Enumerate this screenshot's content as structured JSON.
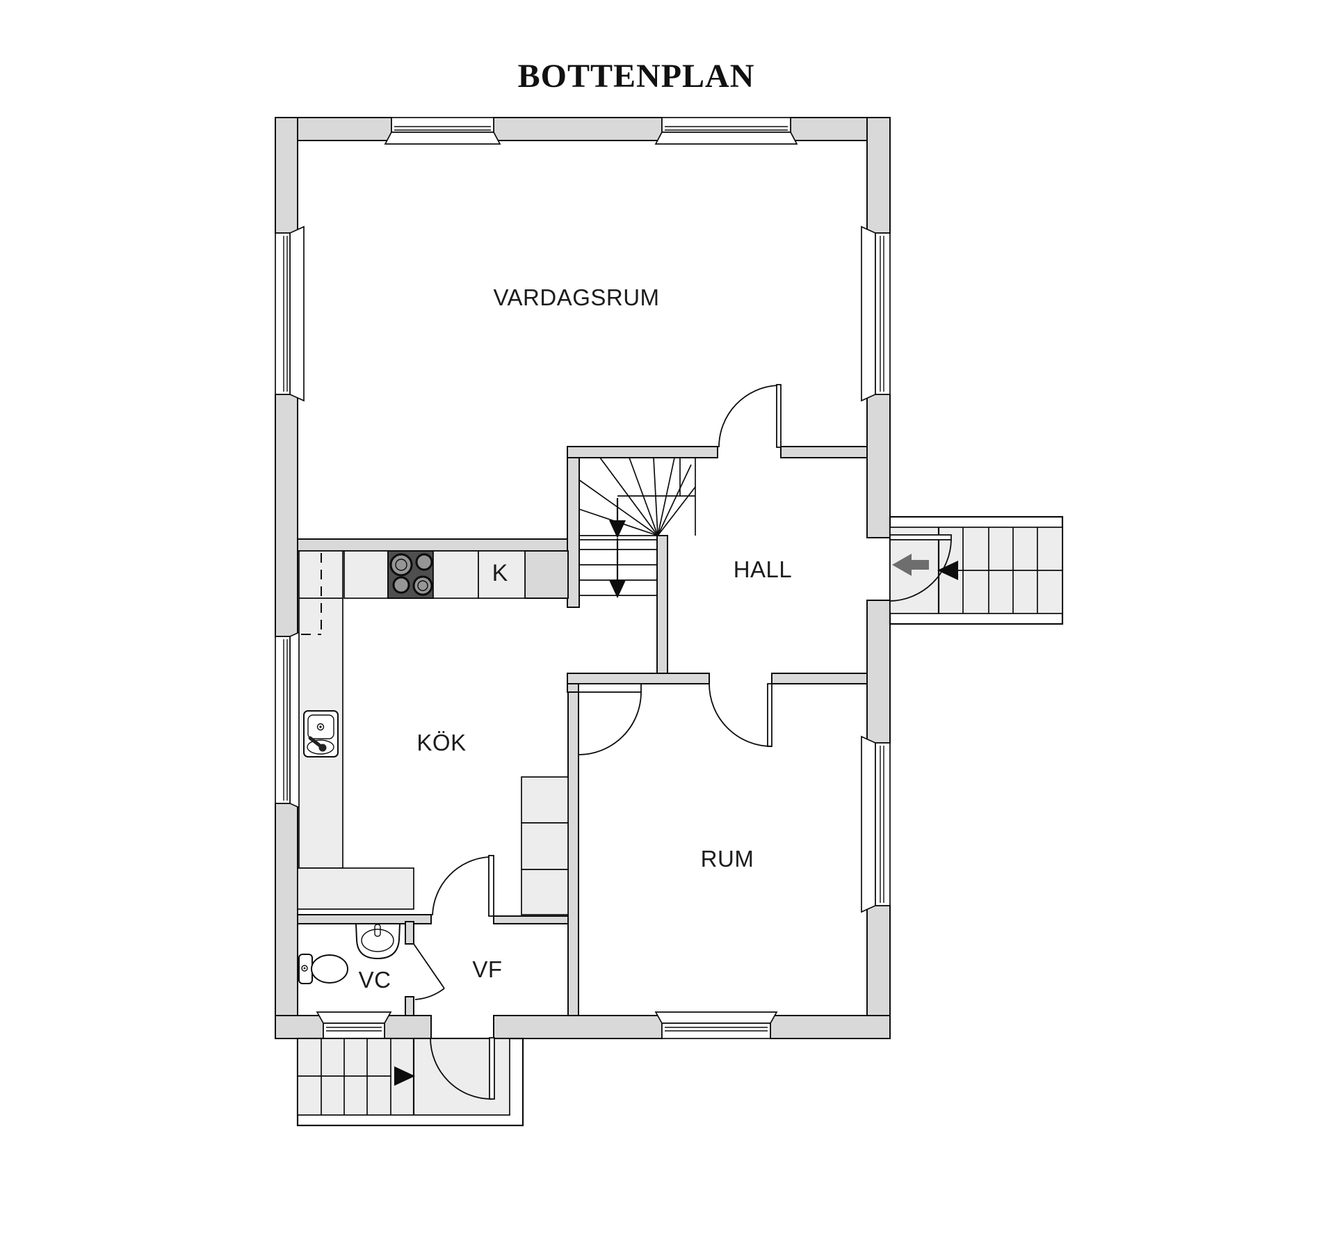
{
  "title": "BOTTENPLAN",
  "rooms": {
    "vardagsrum": "VARDAGSRUM",
    "hall": "HALL",
    "kok": "KÖK",
    "rum": "RUM",
    "vc": "VC",
    "vf": "VF"
  },
  "labels": {
    "fridge": "K"
  },
  "colors": {
    "floor": "#ffffff",
    "wall": "#d9d9d9",
    "line": "#0d0d0d",
    "fill_light": "#ededed",
    "stove": "#4f4f4f",
    "burner": "#969696",
    "entry_arrow": "#6e6e6e",
    "text": "#1c1c1c"
  },
  "icons": {
    "entry_arrow": "left-arrow",
    "interior_stair_arrows": "down-arrow",
    "bottom_stair_arrow": "right-arrow",
    "right_stair_arrow": "left-arrow",
    "stove": "four-burner-cooktop",
    "sink": "double-basin-sink",
    "toilet": "toilet",
    "washbasin": "washbasin"
  }
}
